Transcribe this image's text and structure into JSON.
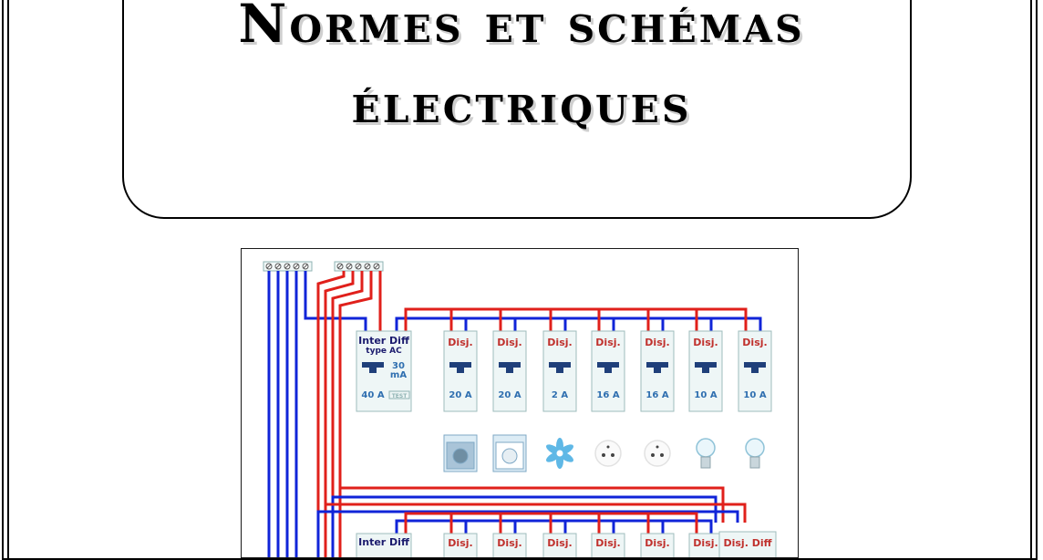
{
  "document": {
    "title_line_1": "Normes et schémas",
    "title_line_2": "électriques"
  },
  "panel": {
    "row1": {
      "main_breaker": {
        "line1": "Inter Diff",
        "line2": "type AC",
        "sensitivity_value": "30",
        "sensitivity_unit": "mA",
        "rating": "40 A",
        "test_label": "TEST"
      },
      "breakers": [
        {
          "label": "Disj.",
          "rating": "20 A",
          "load": "washing-machine-icon"
        },
        {
          "label": "Disj.",
          "rating": "20 A",
          "load": "dishwasher-icon"
        },
        {
          "label": "Disj.",
          "rating": "2 A",
          "load": "fan-icon"
        },
        {
          "label": "Disj.",
          "rating": "16 A",
          "load": "socket-icon"
        },
        {
          "label": "Disj.",
          "rating": "16 A",
          "load": "socket-icon"
        },
        {
          "label": "Disj.",
          "rating": "10 A",
          "load": "light-bulb-icon"
        },
        {
          "label": "Disj.",
          "rating": "10 A",
          "load": "light-bulb-icon"
        }
      ]
    },
    "row2": {
      "main_breaker_label": "Inter Diff",
      "breaker_labels": [
        "Disj.",
        "Disj.",
        "Disj.",
        "Disj.",
        "Disj.",
        "Disj."
      ],
      "end_breaker_label": "Disj. Diff"
    },
    "colors": {
      "phase": "#e0201b",
      "neutral": "#1024d8",
      "label_red": "#c0312d",
      "label_blue": "#2f6fb0",
      "breaker_fill": "#eef6f6"
    }
  }
}
